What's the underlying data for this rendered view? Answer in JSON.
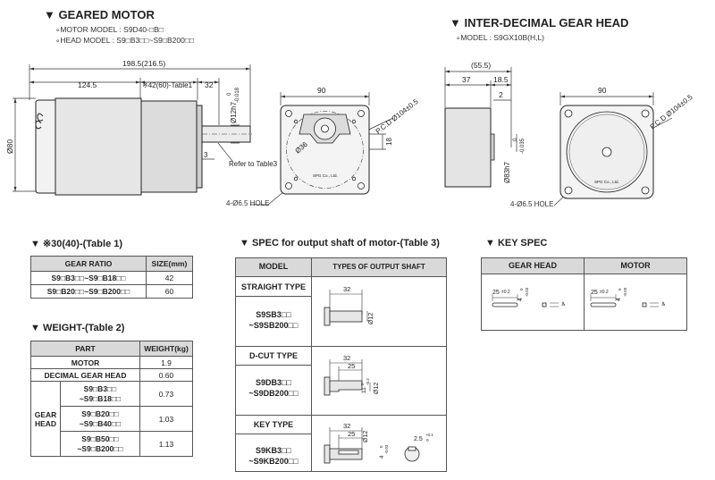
{
  "geared_motor": {
    "title": "▼ GEARED MOTOR",
    "motor_model": "∘MOTOR MODEL : S9D40-□B□",
    "head_model": "∘HEAD MODEL : S9□B3□□~S9□B200□□",
    "dims": {
      "overall": "198.5(216.5)",
      "body": "124.5",
      "head_len": "※42(60)-Table1",
      "shaft_len": "32",
      "shaft_dia": "Ø12h7",
      "shaft_tol_top": "0",
      "shaft_tol_bot": "-0.018",
      "dia": "Ø80",
      "three": "3",
      "refer": "Refer to Table3"
    },
    "front": {
      "width": "90",
      "pcd": "P.C.D Ø104±0.5",
      "hub": "Ø36",
      "eighteen": "18",
      "hole": "4-Ø6.5 HOLE",
      "brand": "SPG Co., Ltd."
    }
  },
  "gear_head": {
    "title": "▼ INTER-DECIMAL GEAR HEAD",
    "model": "∘MODEL : S9GX10B(H,L)",
    "dims": {
      "overall": "(55.5)",
      "d37": "37",
      "d18_5": "18.5",
      "two": "2",
      "spigot": "Ø83h7",
      "tol_top": "0",
      "tol_bot": "-0.035",
      "width": "90",
      "pcd": "P.C.D Ø104±0.5",
      "hole": "4-Ø6.5 HOLE",
      "brand": "SPG Co., Ltd."
    }
  },
  "table1": {
    "title": "▼ ※30(40)-(Table 1)",
    "headers": [
      "GEAR RATIO",
      "SIZE(mm)"
    ],
    "rows": [
      [
        "S9□B3□□~S9□B18□□",
        "42"
      ],
      [
        "S9□B20□□~S9□B200□□",
        "60"
      ]
    ]
  },
  "table2": {
    "title": "▼ WEIGHT-(Table 2)",
    "headers": [
      "PART",
      "WEIGHT(kg)"
    ],
    "motor": [
      "MOTOR",
      "1.9"
    ],
    "decimal": [
      "DECIMAL GEAR HEAD",
      "0.60"
    ],
    "gear_head_label": "GEAR HEAD",
    "gh_rows": [
      {
        "line1": "S9□B3□□",
        "line2": "~S9□B18□□",
        "weight": "0.73"
      },
      {
        "line1": "S9□B20□□",
        "line2": "~S9□B40□□",
        "weight": "1.03"
      },
      {
        "line1": "S9□B50□□",
        "line2": "~S9□B200□□",
        "weight": "1.13"
      }
    ]
  },
  "table3": {
    "title": "▼ SPEC for output shaft of motor-(Table 3)",
    "headers": [
      "MODEL",
      "TYPES OF OUTPUT SHAFT"
    ],
    "sections": [
      {
        "type": "STRAIGHT TYPE",
        "model1": "S9SB3□□",
        "model2": "~S9SB200□□",
        "dims": {
          "len": "32",
          "dia": "Ø12"
        }
      },
      {
        "type": "D-CUT TYPE",
        "model1": "S9DB3□□",
        "model2": "~S9DB200□□",
        "dims": {
          "len": "32",
          "cut": "25",
          "flat": "11",
          "flat_tol": "0",
          "flat_tol2": "-0.2",
          "dia": "Ø12"
        }
      },
      {
        "type": "KEY TYPE",
        "model1": "S9KB3□□",
        "model2": "~S9KB200□□",
        "dims": {
          "len": "32",
          "key": "25",
          "dia": "Ø12",
          "key_w": "4",
          "key_tol": "0",
          "key_tol2": "-0.03",
          "key_h": "2.5",
          "key_h_tol": "+0.1",
          "key_h_tol2": "0"
        }
      }
    ]
  },
  "key_spec": {
    "title": "▼ KEY SPEC",
    "headers": [
      "GEAR HEAD",
      "MOTOR"
    ],
    "gear_head": {
      "len": "25",
      "len_tol": "±0.2",
      "w": "4",
      "w_tol": "0",
      "w_tol2": "-0.03"
    },
    "motor": {
      "len": "25",
      "len_tol": "±0.2",
      "w": "4",
      "w_tol": "0",
      "w_tol2": "-0.03"
    }
  }
}
